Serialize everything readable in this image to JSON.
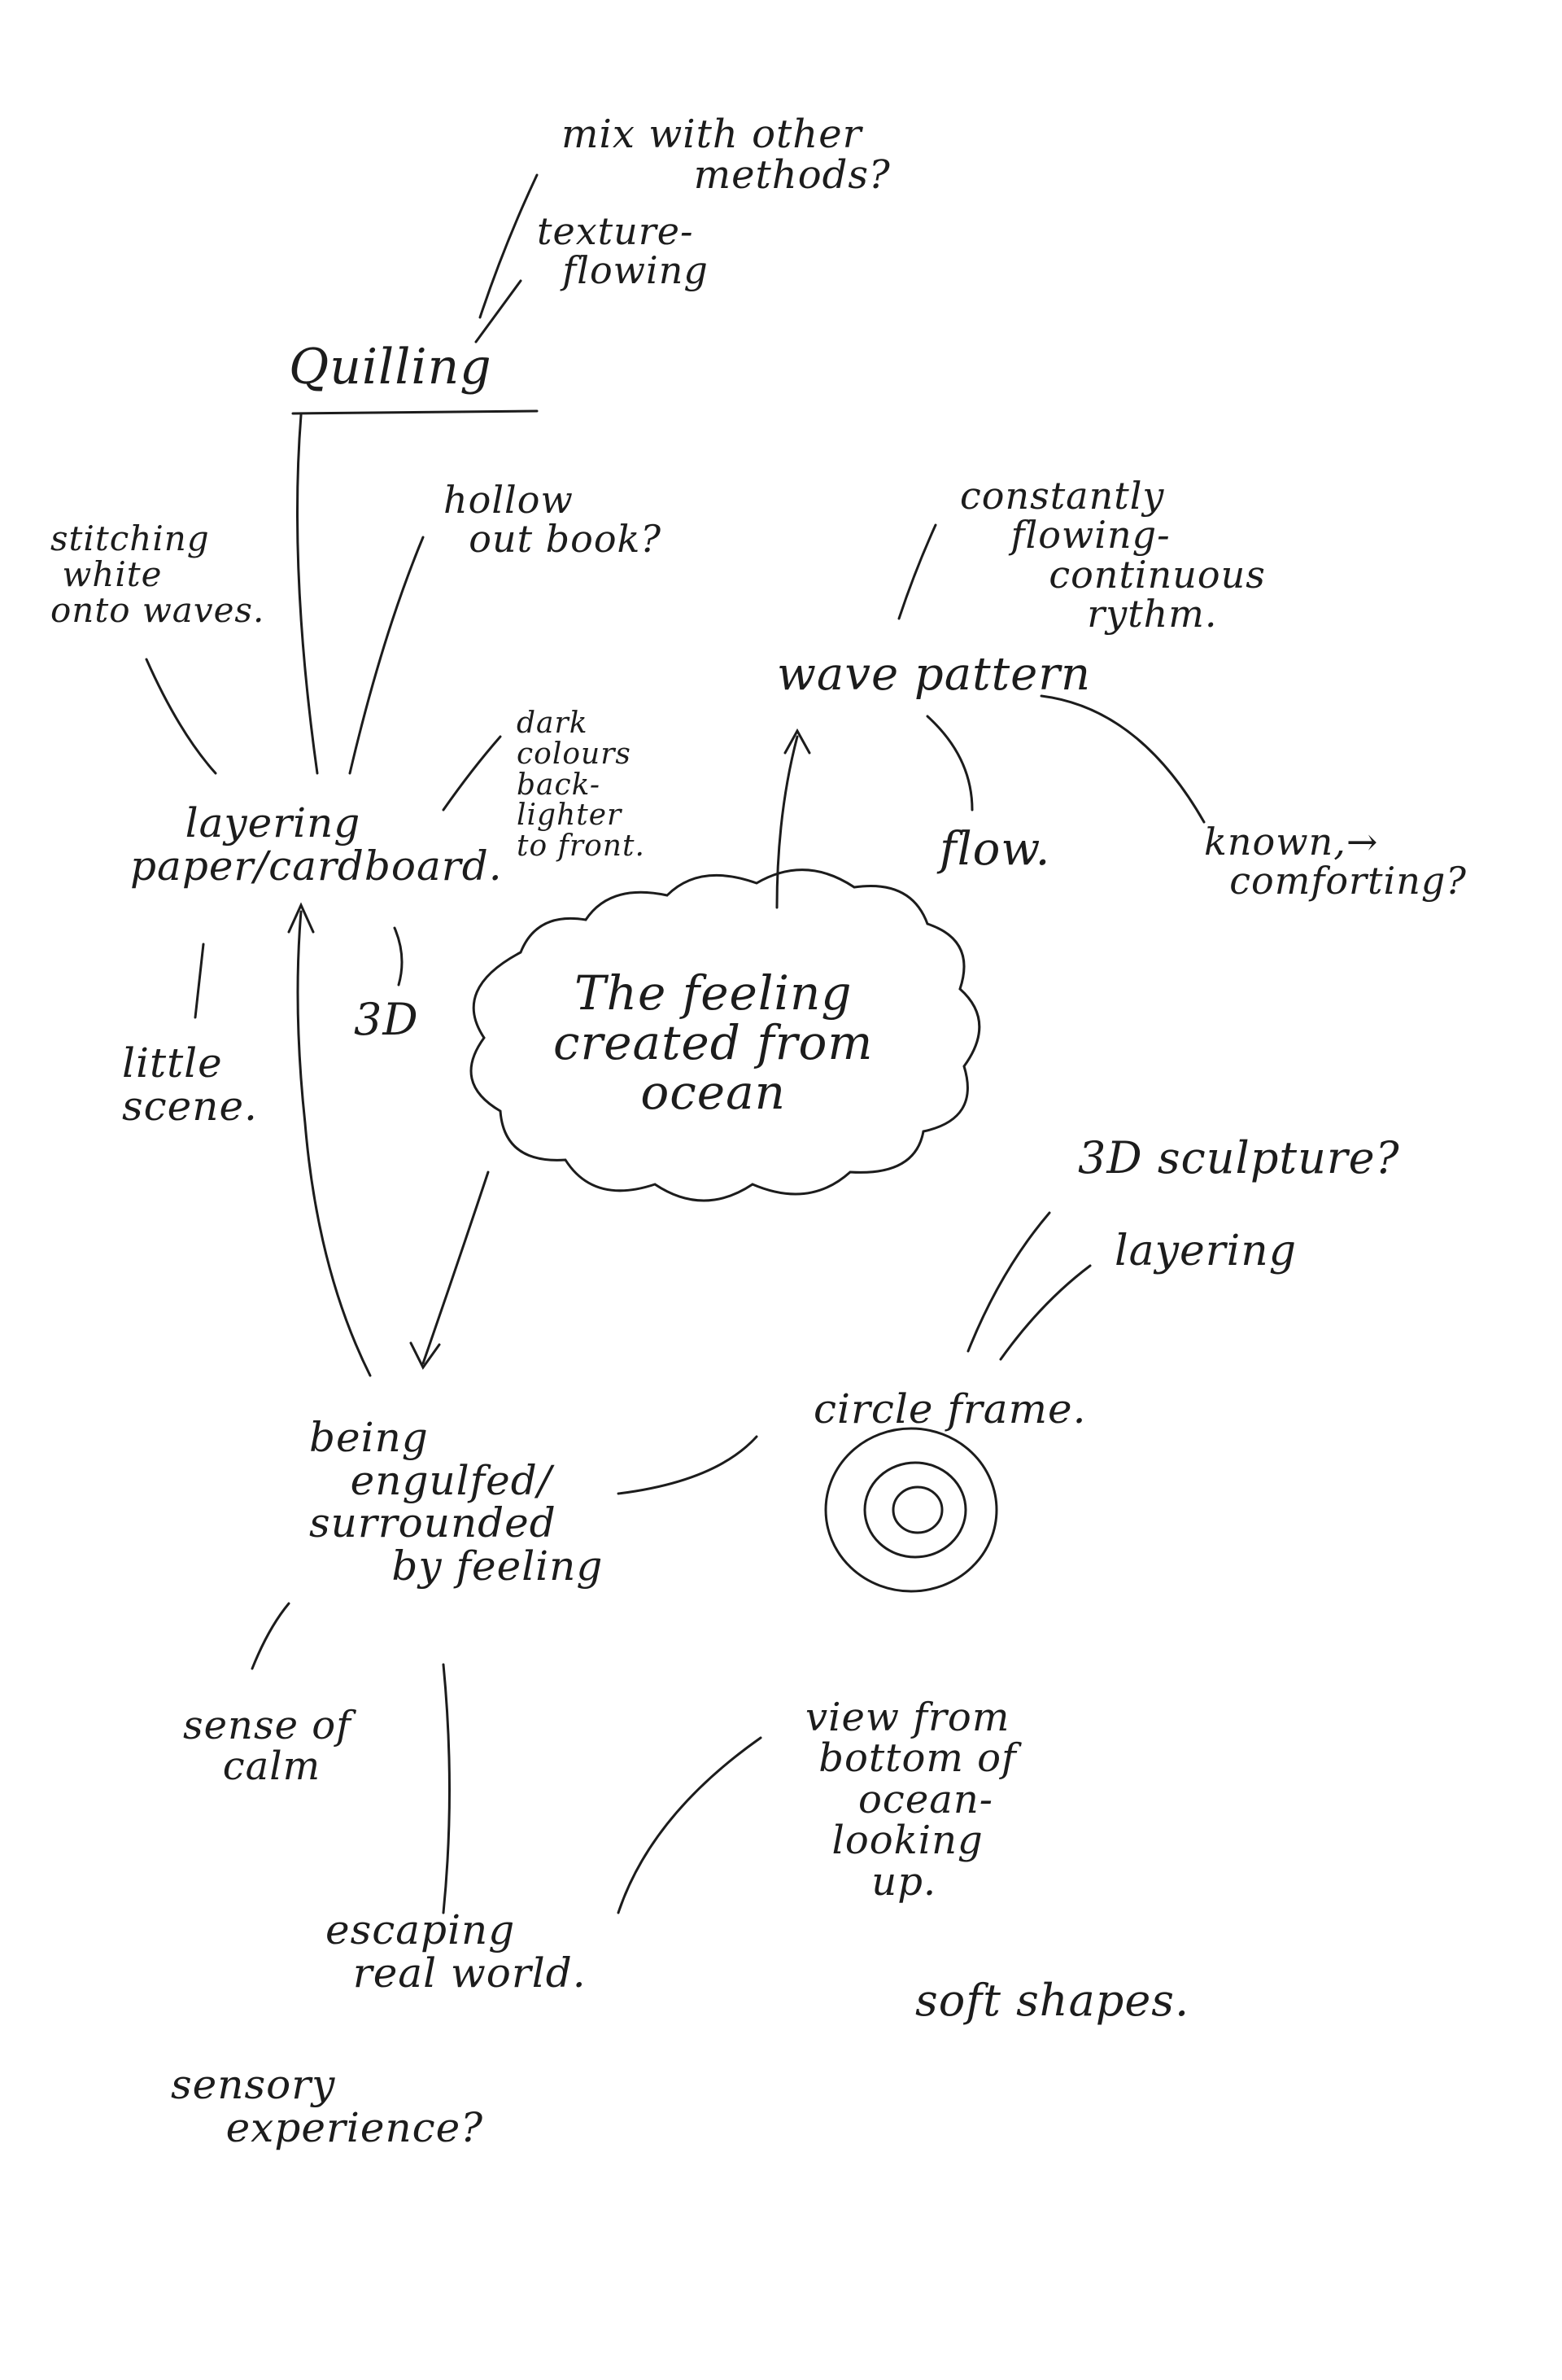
{
  "center": "The feeling\ncreated from\nocean",
  "notes": {
    "mix_methods": "mix with other\n          methods?",
    "texture": "texture-\n  flowing",
    "quilling": "Quilling",
    "stitching": "stitching\n white\nonto waves.",
    "hollow_book": "hollow\n  out book?",
    "layering_paper": "    layering\npaper/cardboard.",
    "dark_colours": "dark\ncolours\nback-\nlighter\nto front.",
    "threed_a": "3D",
    "little_scene": "little\nscene.",
    "constantly": "constantly\n    flowing-\n       continuous\n          rythm.",
    "wave_pattern": "wave pattern",
    "flow": "flow.",
    "known": "known,→\n  comforting?",
    "sculpture": "3D sculpture?",
    "layering2": "layering",
    "circle_frame": "circle frame.",
    "engulfed": "being\n   engulfed/\nsurrounded\n      by feeling",
    "sense_calm": "sense of\n   calm",
    "view_bottom": "view from\n bottom of\n    ocean-\n  looking\n     up.",
    "soft_shapes": "soft shapes.",
    "escaping": "escaping\n  real world.",
    "sensory": "sensory\n    experience?"
  }
}
